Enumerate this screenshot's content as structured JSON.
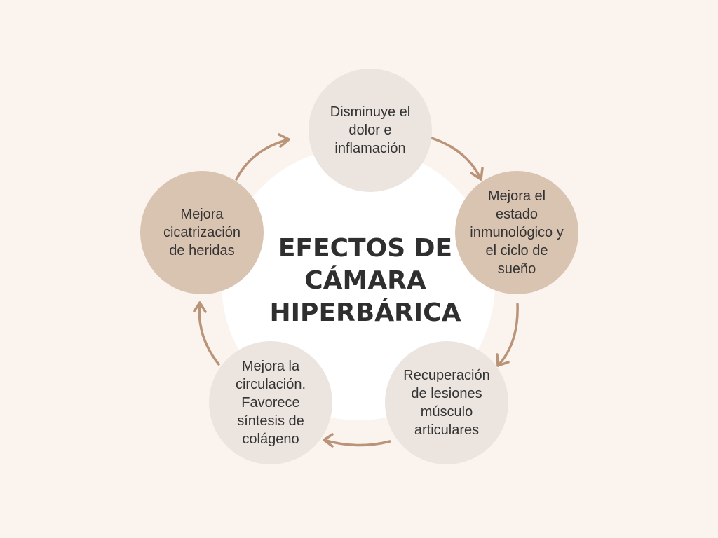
{
  "diagram": {
    "title_lines": [
      "EFECTOS DE",
      "CÁMARA",
      "HIPERBÁRICA"
    ],
    "nodes": [
      {
        "id": "top",
        "lines": [
          "Disminuye el",
          "dolor e",
          "inflamación"
        ]
      },
      {
        "id": "right",
        "lines": [
          "Mejora el",
          "estado",
          "inmunológico y",
          "el ciclo de",
          "sueño"
        ]
      },
      {
        "id": "bottom-right",
        "lines": [
          "Recuperación",
          "de lesiones",
          "músculo",
          "articulares"
        ]
      },
      {
        "id": "bottom-left",
        "lines": [
          "Mejora la",
          "circulación.",
          "Favorece",
          "síntesis de",
          "colágeno"
        ]
      },
      {
        "id": "left",
        "lines": [
          "Mejora",
          "cicatrización",
          "de heridas"
        ]
      }
    ],
    "colors": {
      "background": "#fbf3ee",
      "center_disc": "#ffffff",
      "node_light": "#ebe4df",
      "node_accent": "#d9c3b1",
      "arrow": "#b99478",
      "title_text": "#2f2f2f",
      "label_text": "#333333"
    },
    "flow": "clockwise"
  }
}
